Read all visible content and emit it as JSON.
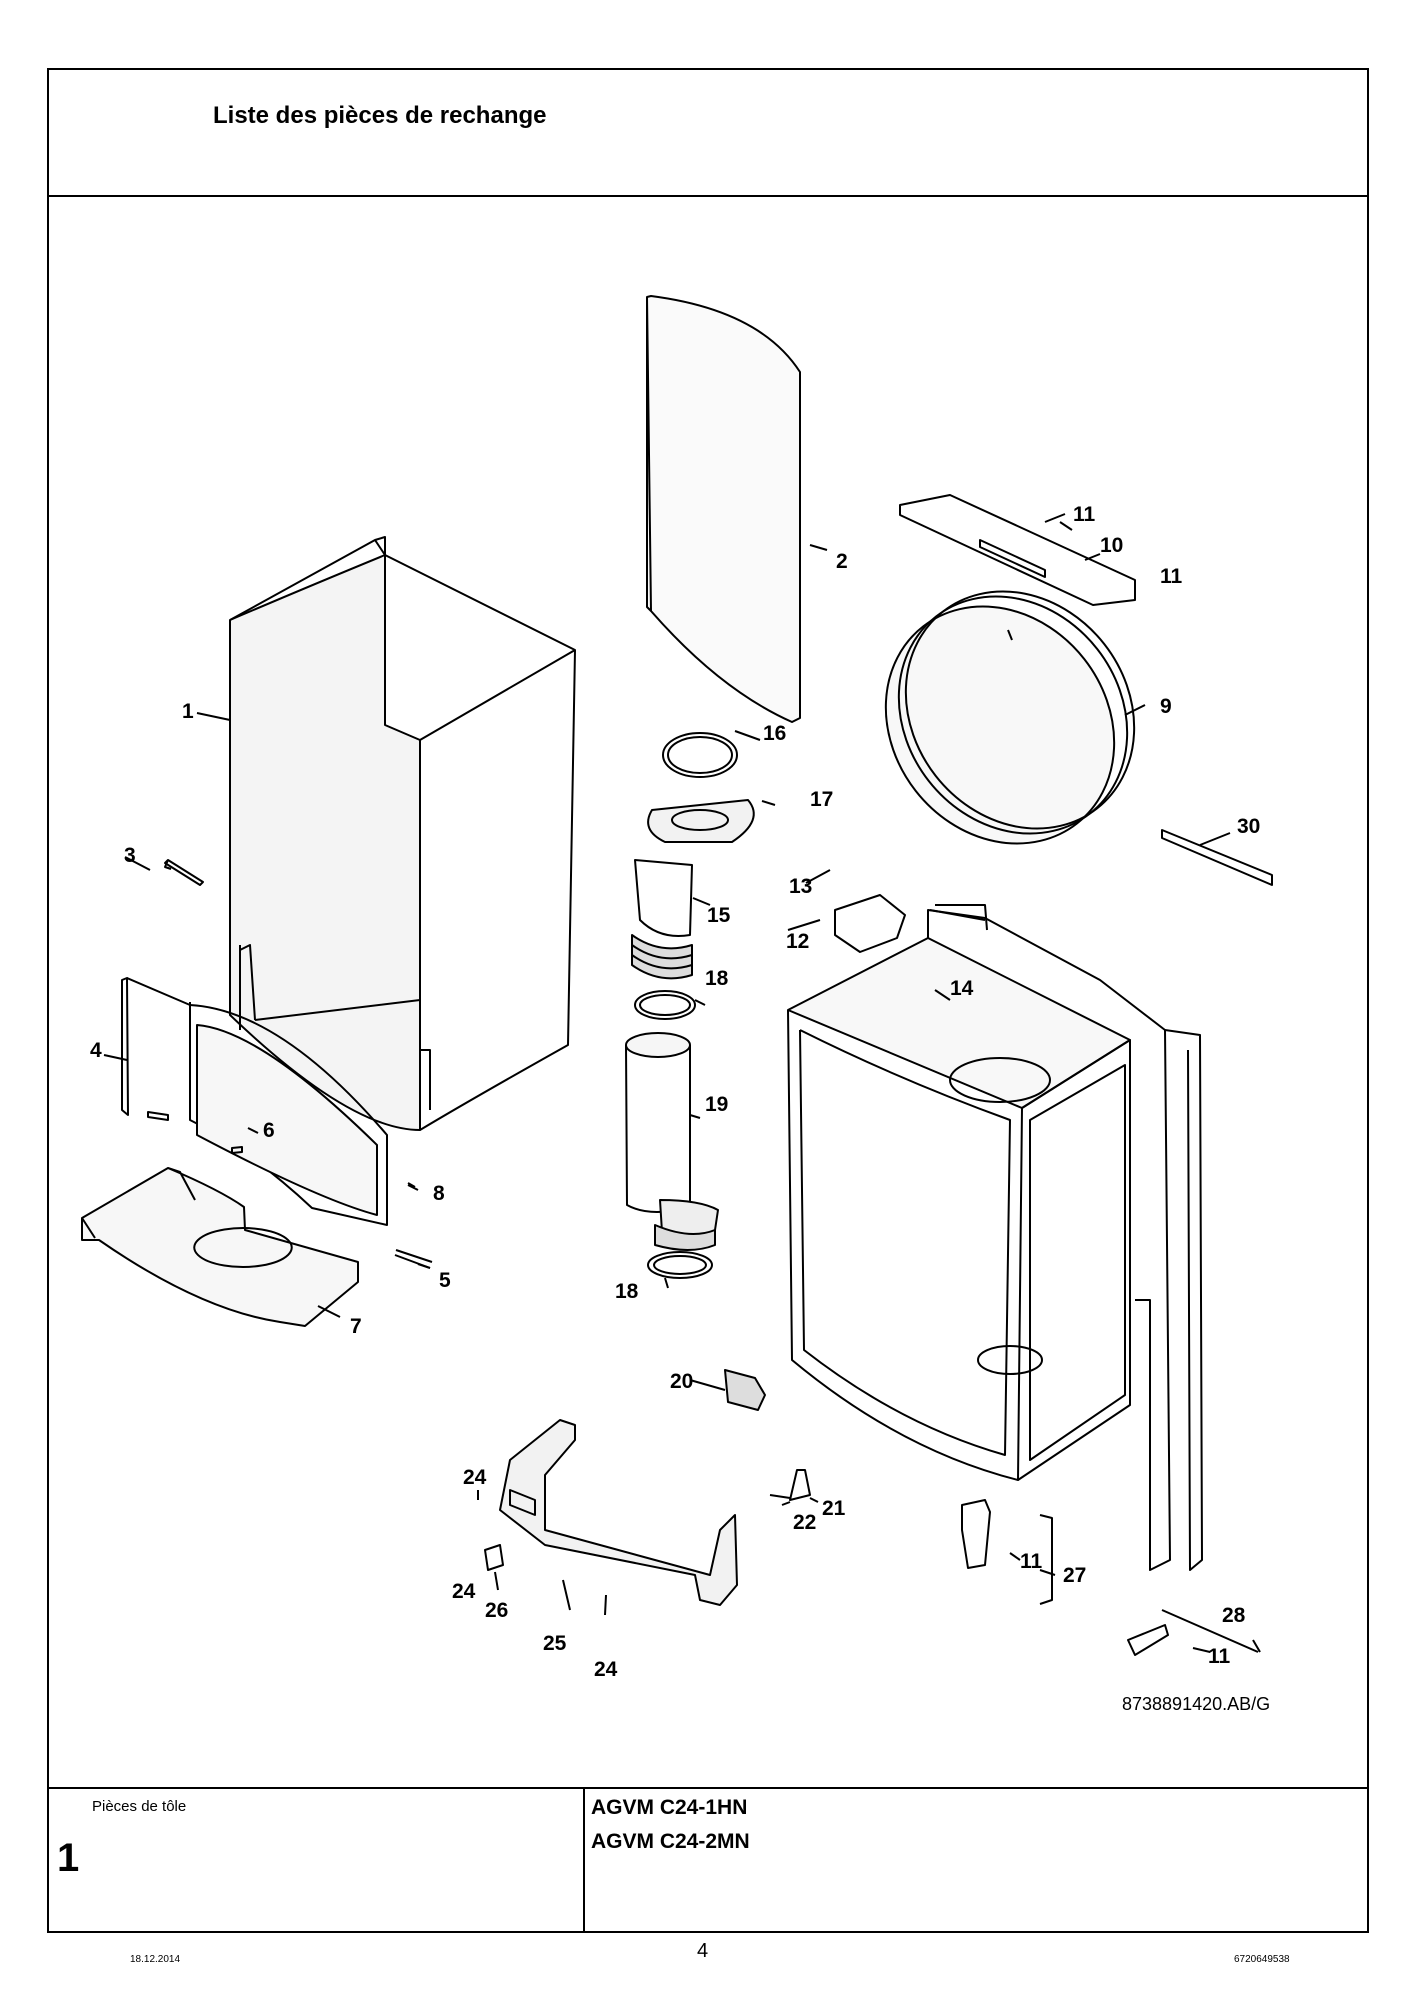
{
  "header": {
    "title": "Liste des pièces de rechange"
  },
  "diagram": {
    "reference": "8738891420.AB/G",
    "callouts": {
      "c1": "1",
      "c2": "2",
      "c3": "3",
      "c4": "4",
      "c5": "5",
      "c6": "6",
      "c7": "7",
      "c8": "8",
      "c9": "9",
      "c10": "10",
      "c11a": "11",
      "c11b": "11",
      "c11c": "11",
      "c11d": "11",
      "c12": "12",
      "c13": "13",
      "c14": "14",
      "c15": "15",
      "c16": "16",
      "c17": "17",
      "c18a": "18",
      "c18b": "18",
      "c19": "19",
      "c20": "20",
      "c21": "21",
      "c22": "22",
      "c24a": "24",
      "c24b": "24",
      "c24c": "24",
      "c25": "25",
      "c26": "26",
      "c27": "27",
      "c28": "28",
      "c30": "30"
    }
  },
  "footer_block": {
    "section_label": "Pièces de tôle",
    "section_number": "1",
    "models": [
      "AGVM C24-1HN",
      "AGVM C24-2MN"
    ]
  },
  "footer": {
    "date": "18.12.2014",
    "page": "4",
    "doc_number": "6720649538"
  }
}
